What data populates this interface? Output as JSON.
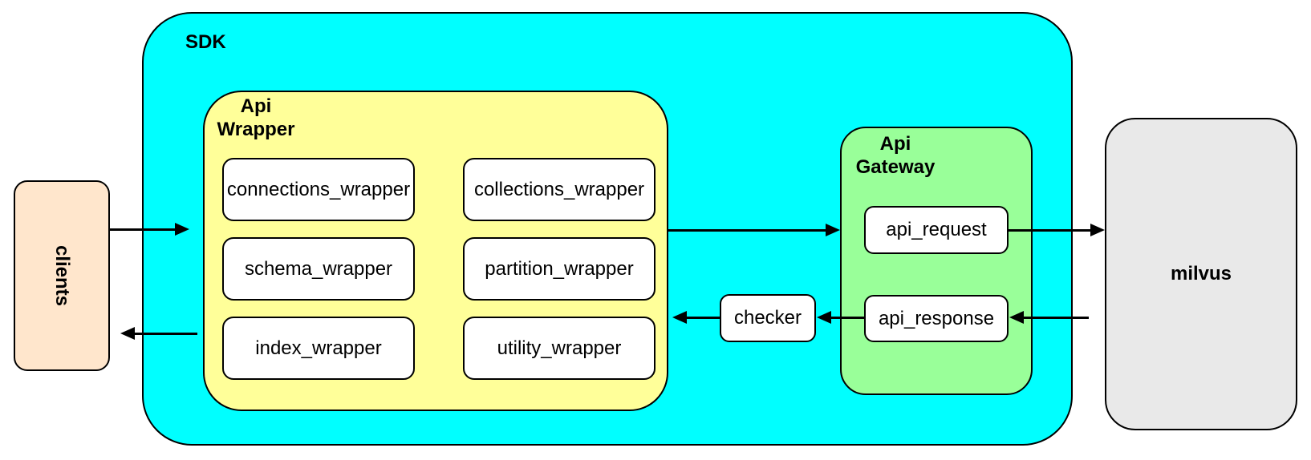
{
  "canvas": {
    "background": "#FFFFFF",
    "stroke": "#000000"
  },
  "nodes": {
    "clients": {
      "label": "clients",
      "fill": "#FFE6CC",
      "text_rotation": "90deg"
    },
    "sdk": {
      "label": "SDK",
      "fill": "#00FFFF"
    },
    "api_wrapper": {
      "label_line1": "Api",
      "label_line2": "Wrapper",
      "fill": "#FFFF99"
    },
    "wrappers": [
      {
        "label": "connections_wrapper"
      },
      {
        "label": "collections_wrapper"
      },
      {
        "label": "schema_wrapper"
      },
      {
        "label": "partition_wrapper"
      },
      {
        "label": "index_wrapper"
      },
      {
        "label": "utility_wrapper"
      }
    ],
    "checker": {
      "label": "checker",
      "fill": "#FFFFFF"
    },
    "api_gateway": {
      "label_line1": "Api",
      "label_line2": "Gateway",
      "fill": "#99FF99"
    },
    "api_request": {
      "label": "api_request",
      "fill": "#FFFFFF"
    },
    "api_response": {
      "label": "api_response",
      "fill": "#FFFFFF"
    },
    "milvus": {
      "label": "milvus",
      "fill": "#E9E9E9"
    }
  },
  "edges": [
    {
      "from": "clients",
      "to": "sdk",
      "direction": "right"
    },
    {
      "from": "sdk",
      "to": "clients",
      "direction": "left"
    },
    {
      "from": "api_wrapper",
      "to": "api_gateway",
      "direction": "right"
    },
    {
      "from": "api_request",
      "to": "milvus",
      "direction": "right"
    },
    {
      "from": "milvus",
      "to": "api_response",
      "direction": "left"
    },
    {
      "from": "api_response",
      "to": "checker",
      "direction": "left"
    },
    {
      "from": "checker",
      "to": "api_wrapper",
      "direction": "left"
    }
  ]
}
